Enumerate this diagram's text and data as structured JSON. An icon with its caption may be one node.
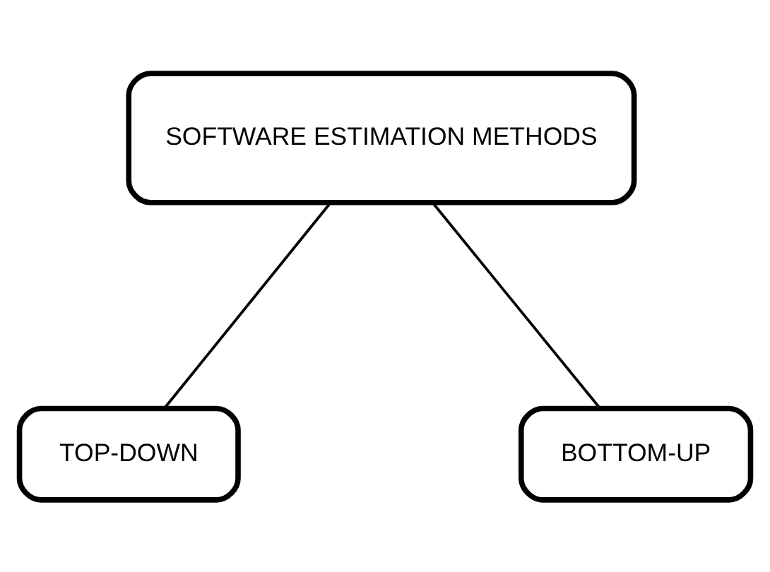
{
  "diagram": {
    "nodes": [
      {
        "text": [
          "SOFTWARE ESTIMATION METHODS"
        ]
      },
      {
        "text": [
          "TOP-DOWN"
        ]
      },
      {
        "text": [
          "BOTTOM-UP"
        ]
      }
    ],
    "edges": [
      {
        "from": 0,
        "to": 1,
        "arrow": "none"
      },
      {
        "from": 0,
        "to": 2,
        "arrow": "none"
      }
    ]
  }
}
